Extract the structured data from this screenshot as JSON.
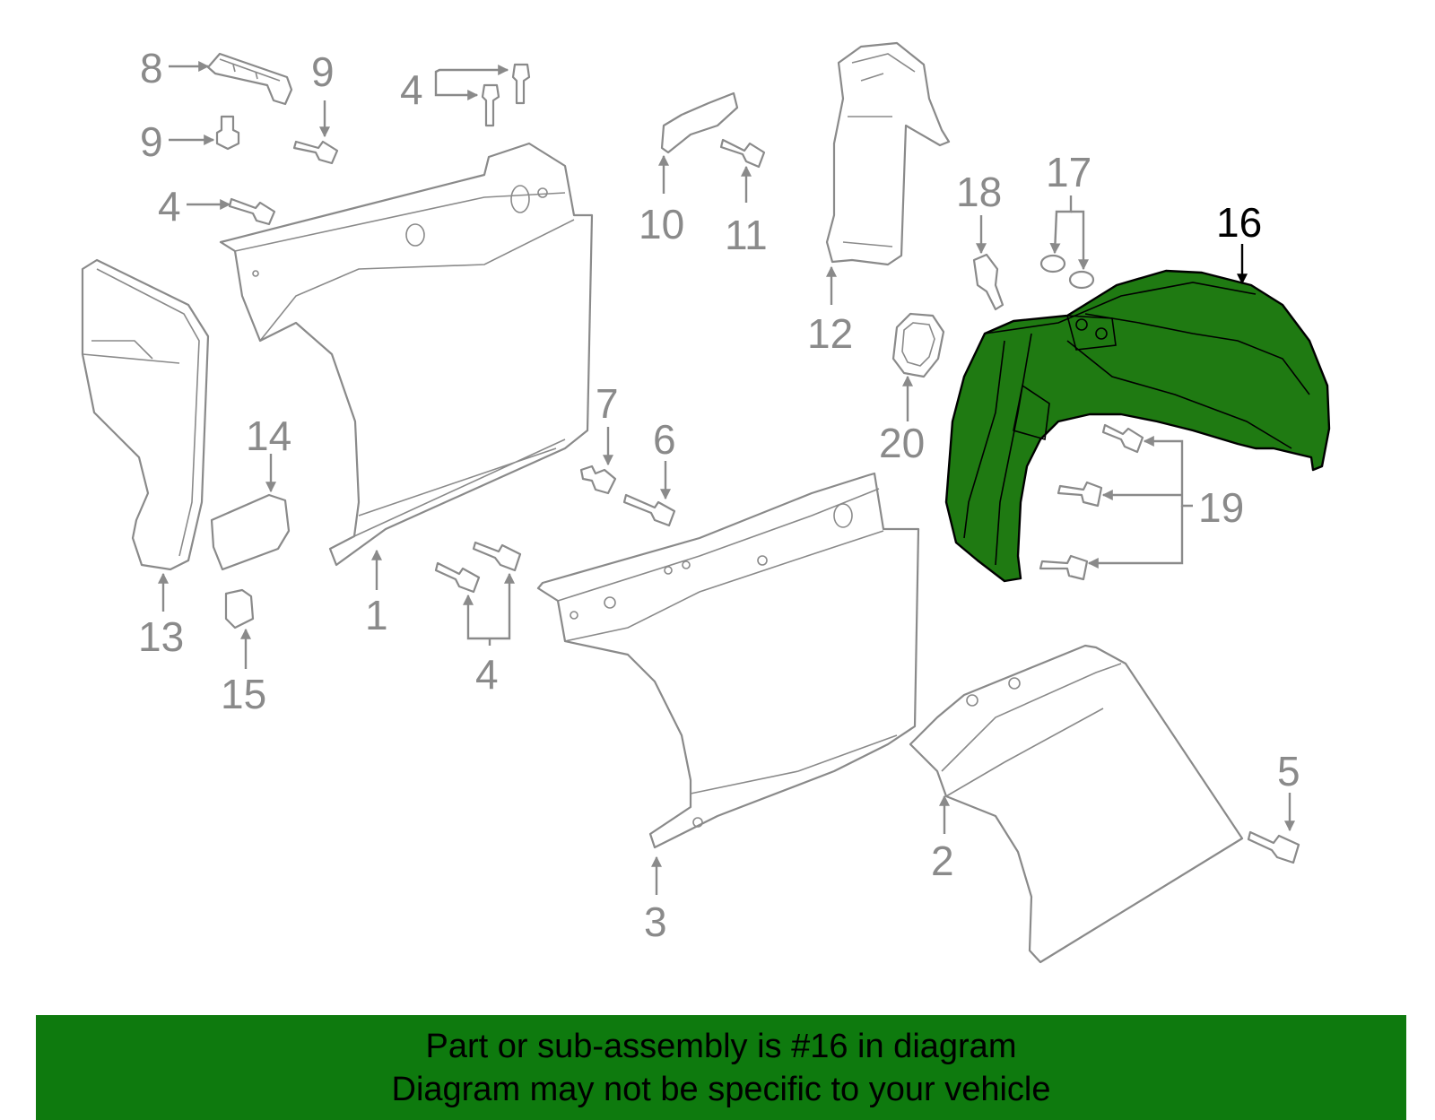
{
  "callouts": {
    "c1": "1",
    "c2": "2",
    "c3": "3",
    "c4a": "4",
    "c4b": "4",
    "c4c": "4",
    "c5": "5",
    "c6": "6",
    "c7": "7",
    "c8": "8",
    "c9a": "9",
    "c9b": "9",
    "c10": "10",
    "c11": "11",
    "c12": "12",
    "c13": "13",
    "c14": "14",
    "c15": "15",
    "c16": "16",
    "c17": "17",
    "c18": "18",
    "c19": "19",
    "c20": "20"
  },
  "highlight_part": "16",
  "banner": {
    "line1": "Part or sub-assembly is #16 in diagram",
    "line2": "Diagram may not be specific to your vehicle"
  },
  "colors": {
    "highlight_fill": "#1f7a12",
    "banner_bg": "#0e7a0e",
    "part_stroke": "#8a8a8a"
  }
}
